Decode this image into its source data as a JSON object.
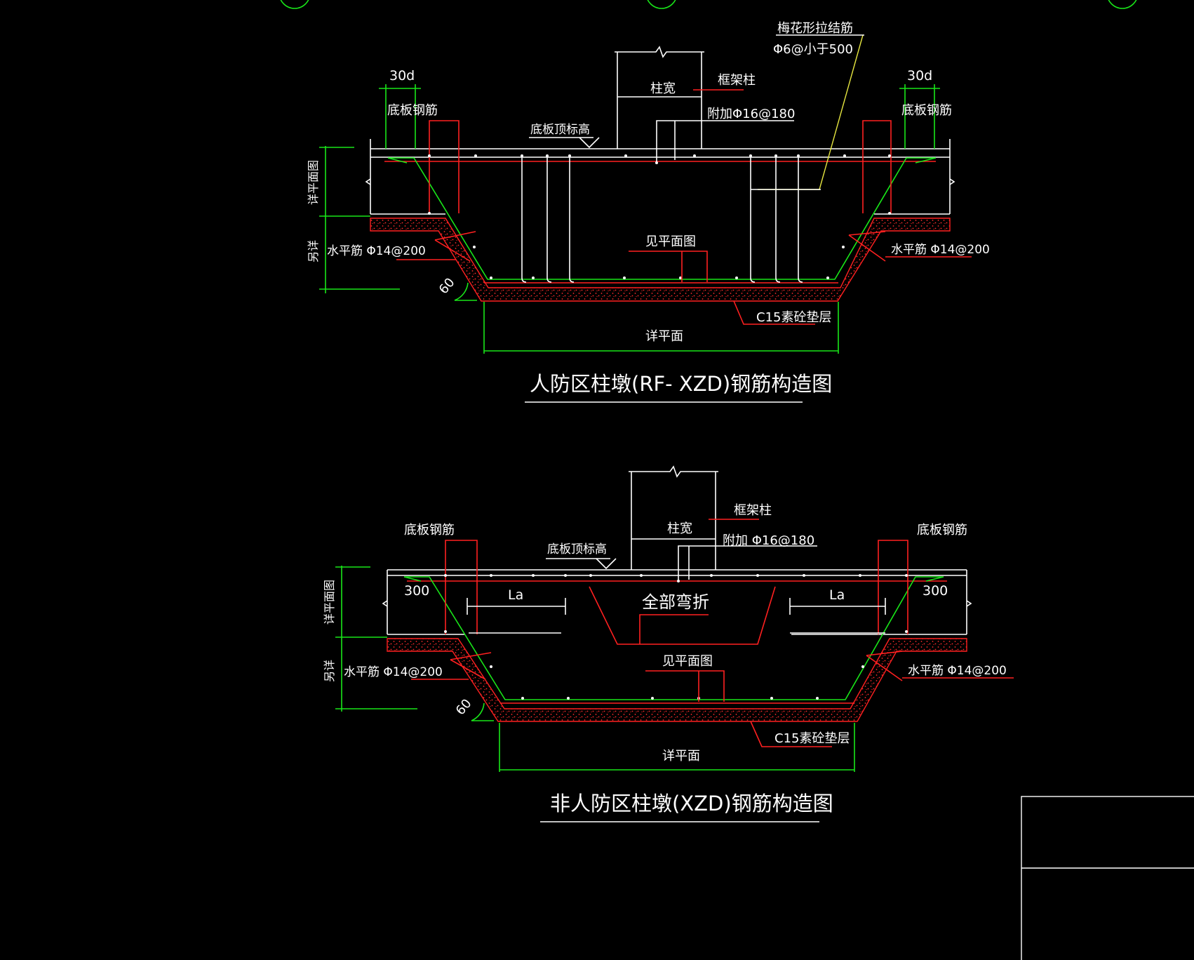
{
  "colors": {
    "background": "#000000",
    "rebar": "#ff2020",
    "dimension": "#19e619",
    "outline": "#ffffff",
    "leader": "#e6e640"
  },
  "top": {
    "title": "人防区柱墩(RF- XZD)钢筋构造图",
    "tie_bar": "梅花形拉结筋",
    "tie_spec": "Φ6@小于500",
    "dim_30d_left": "30d",
    "dim_30d_right": "30d",
    "slab_bar_left": "底板钢筋",
    "slab_bar_right": "底板钢筋",
    "column_width": "柱宽",
    "frame_column": "框架柱",
    "additional_bar": "附加Φ16@180",
    "slab_top_elev": "底板顶标高",
    "see_plan_side": "详平面图",
    "other_detail": "另详",
    "horiz_bar_left": "水平筋 Φ14@200",
    "horiz_bar_right": "水平筋 Φ14@200",
    "see_plan_bottom": "见平面图",
    "angle": "60",
    "cushion": "C15素砼垫层",
    "plan_width": "详平面"
  },
  "bottom": {
    "title": "非人防区柱墩(XZD)钢筋构造图",
    "slab_bar_left": "底板钢筋",
    "slab_bar_right": "底板钢筋",
    "column_width": "柱宽",
    "frame_column": "框架柱",
    "additional_bar": "附加 Φ16@180",
    "slab_top_elev": "底板顶标高",
    "dim_300_left": "300",
    "dim_300_right": "300",
    "la_left": "La",
    "la_right": "La",
    "all_bent": "全部弯折",
    "see_plan_side": "详平面图",
    "other_detail": "另详",
    "horiz_bar_left": "水平筋 Φ14@200",
    "horiz_bar_right": "水平筋 Φ14@200",
    "see_plan_bottom": "见平面图",
    "angle": "60",
    "cushion": "C15素砼垫层",
    "plan_width": "详平面"
  }
}
